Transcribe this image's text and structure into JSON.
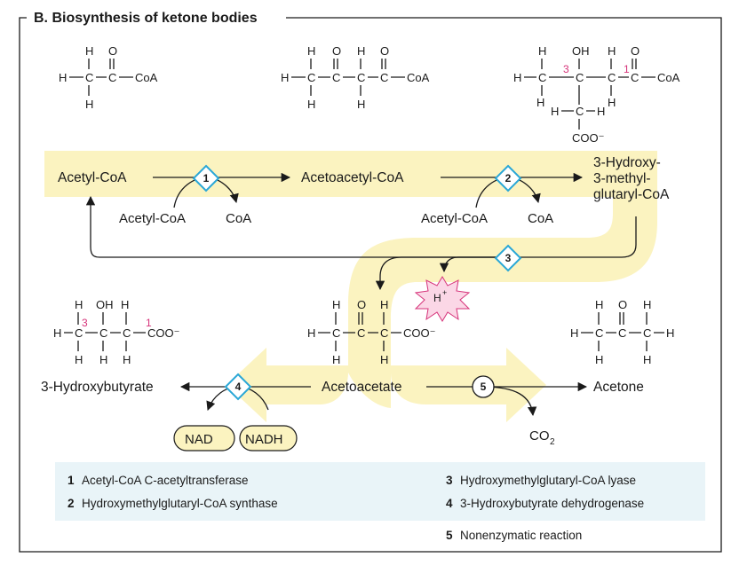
{
  "title": "B. Biosynthesis of ketone bodies",
  "compounds": {
    "acetyl_coa": "Acetyl-CoA",
    "acetoacetyl_coa": "Acetoacetyl-CoA",
    "hmg_coa_line1": "3-Hydroxy-",
    "hmg_coa_line2": "3-methyl-",
    "hmg_coa_line3": "glutaryl-CoA",
    "acetoacetate": "Acetoacetate",
    "hydroxybutyrate": "3-Hydroxybutyrate",
    "acetone": "Acetone"
  },
  "cosubstrates": {
    "acetyl_coa_1": "Acetyl-CoA",
    "coa_1": "CoA",
    "acetyl_coa_2": "Acetyl-CoA",
    "coa_2": "CoA",
    "nad": "NAD",
    "nadh": "NADH",
    "co2": "CO",
    "co2_sub": "2",
    "proton": "H",
    "proton_sup": "+"
  },
  "enzyme_markers": [
    "1",
    "2",
    "3",
    "4",
    "5"
  ],
  "structures": {
    "H": "H",
    "O": "O",
    "C": "C",
    "OH": "OH",
    "CoA": "CoA",
    "COO": "COO⁻",
    "num3": "3",
    "num1": "1"
  },
  "legend": [
    {
      "num": "1",
      "text": "Acetyl-CoA C-acetyltransferase"
    },
    {
      "num": "2",
      "text": "Hydroxymethylglutaryl-CoA synthase"
    },
    {
      "num": "3",
      "text": "Hydroxymethylglutaryl-CoA lyase"
    },
    {
      "num": "4",
      "text": "3-Hydroxybutyrate dehydrogenase"
    },
    {
      "num": "5",
      "text": "Nonenzymatic reaction"
    }
  ],
  "colors": {
    "highlight": "#fbf3c0",
    "enzyme_border": "#2aa7d6",
    "legend_bg": "#e9f4f8",
    "proton_fill": "#fbd7e6",
    "proton_stroke": "#d6337a",
    "cofactor_fill": "#fbf3c0",
    "number_accent": "#d6337a"
  }
}
